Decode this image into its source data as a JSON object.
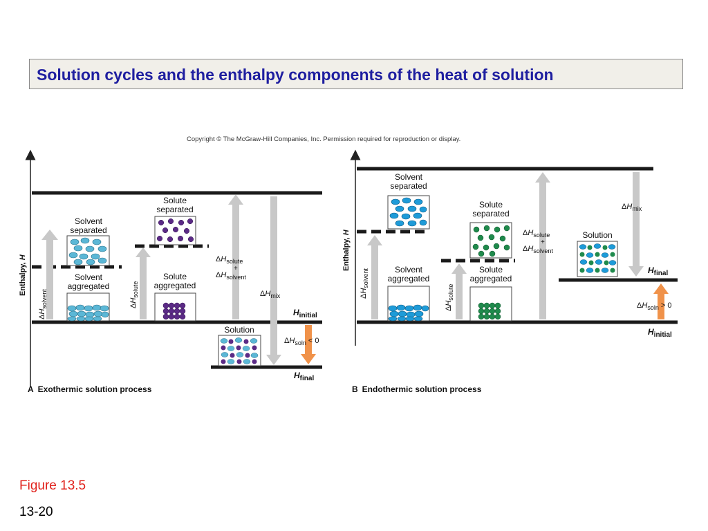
{
  "title": "Solution cycles and the enthalpy components of the heat of solution",
  "copyright": "Copyright © The McGraw-Hill Companies, Inc. Permission required for reproduction or display.",
  "figure_label": "Figure 13.5",
  "page_number": "13-20",
  "colors": {
    "title_text": "#1f1fa0",
    "solvent_particle": "#5bb7d6",
    "solvent_particle_b": "#1e9bd8",
    "solute_particle_a": "#5b2a86",
    "solute_particle_b": "#1f8a4c",
    "arrow_gray": "#c8c8c8",
    "arrow_orange": "#f0924a",
    "figure_label": "#e0211b"
  },
  "panel_a": {
    "axis": {
      "label_main": "Enthalpy, ",
      "label_var": "H"
    },
    "solvent_separated": [
      "Solvent",
      "separated"
    ],
    "solvent_aggregated": [
      "Solvent",
      "aggregated"
    ],
    "solute_separated": [
      "Solute",
      "separated"
    ],
    "solute_aggregated": [
      "Solute",
      "aggregated"
    ],
    "solution": "Solution",
    "dH_solvent": {
      "delta": "Δ",
      "H": "H",
      "sub": "solvent"
    },
    "dH_solute": {
      "delta": "Δ",
      "H": "H",
      "sub": "solute"
    },
    "dH_sum": {
      "delta": "Δ",
      "H": "H",
      "sub1": "solute",
      "plus": "+",
      "sub2": "solvent"
    },
    "dH_mix": {
      "delta": "Δ",
      "H": "H",
      "sub": "mix"
    },
    "h_initial": {
      "H": "H",
      "sub": "initial"
    },
    "h_final": {
      "H": "H",
      "sub": "final"
    },
    "dH_soln": {
      "delta": "Δ",
      "H": "H",
      "sub": "soln",
      "rel": " < 0"
    },
    "caption_letter": "A",
    "caption": "Exothermic solution process"
  },
  "panel_b": {
    "axis": {
      "label_main": "Enthalpy, ",
      "label_var": "H"
    },
    "solvent_separated": [
      "Solvent",
      "separated"
    ],
    "solvent_aggregated": [
      "Solvent",
      "aggregated"
    ],
    "solute_separated": [
      "Solute",
      "separated"
    ],
    "solute_aggregated": [
      "Solute",
      "aggregated"
    ],
    "solution": "Solution",
    "dH_solvent": {
      "delta": "Δ",
      "H": "H",
      "sub": "solvent"
    },
    "dH_solute": {
      "delta": "Δ",
      "H": "H",
      "sub": "solute"
    },
    "dH_sum": {
      "delta": "Δ",
      "H": "H",
      "sub1": "solute",
      "plus": "+",
      "sub2": "solvent"
    },
    "dH_mix": {
      "delta": "Δ",
      "H": "H",
      "sub": "mix"
    },
    "h_initial": {
      "H": "H",
      "sub": "initial"
    },
    "h_final": {
      "H": "H",
      "sub": "final"
    },
    "dH_soln": {
      "delta": "Δ",
      "H": "H",
      "sub": "soln",
      "rel": " > 0"
    },
    "caption_letter": "B",
    "caption": "Endothermic solution process"
  }
}
